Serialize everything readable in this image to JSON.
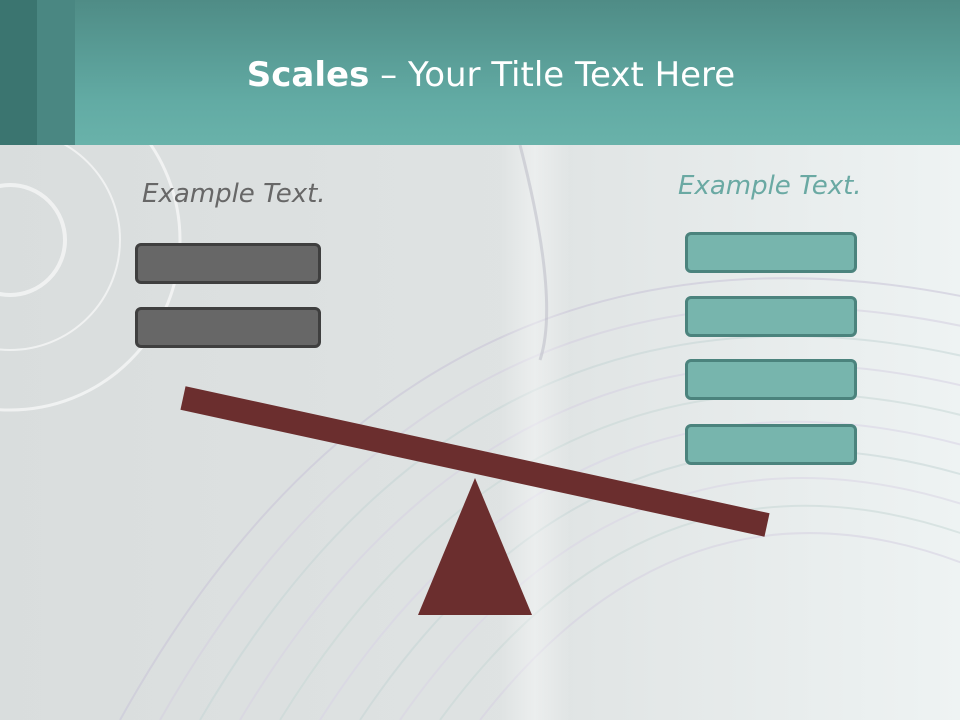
{
  "title": {
    "bold": "Scales",
    "rest": " – Your Title Text Here"
  },
  "left": {
    "label": "Example Text.",
    "boxes": [
      "",
      ""
    ]
  },
  "right": {
    "label": "Example Text.",
    "boxes": [
      "",
      "",
      "",
      ""
    ]
  },
  "colors": {
    "header": "#62aba4",
    "accent_teal": "#77b5ad",
    "box_gray": "#676767",
    "beam": "#6b2e2e",
    "text_gray": "#676767",
    "text_teal": "#6aa9a3"
  }
}
